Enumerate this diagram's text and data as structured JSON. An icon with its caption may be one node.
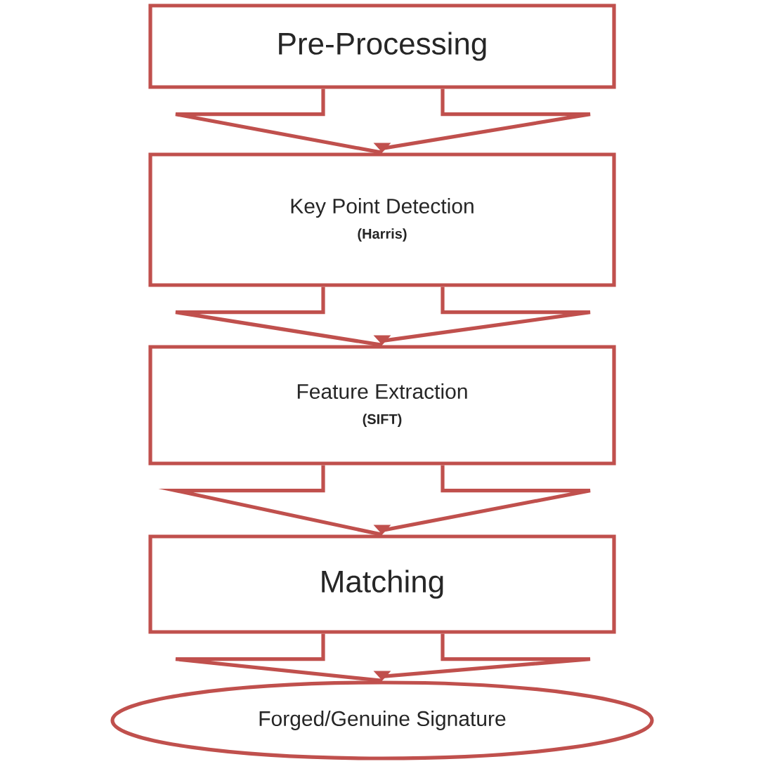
{
  "diagram": {
    "nodes": [
      {
        "text": [
          "Pre-Processing"
        ]
      },
      {
        "text": [
          "Key Point Detection",
          "(Harris)"
        ]
      },
      {
        "text": [
          "Feature Extraction",
          "(SIFT)"
        ]
      },
      {
        "text": [
          "Matching"
        ]
      },
      {
        "text": [
          "Forged/Genuine Signature"
        ]
      }
    ],
    "edges": [
      {
        "from": 0,
        "to": 1,
        "arrow": "to"
      },
      {
        "from": 1,
        "to": 2,
        "arrow": "to"
      },
      {
        "from": 2,
        "to": 3,
        "arrow": "to"
      },
      {
        "from": 3,
        "to": 4,
        "arrow": "to"
      }
    ]
  }
}
